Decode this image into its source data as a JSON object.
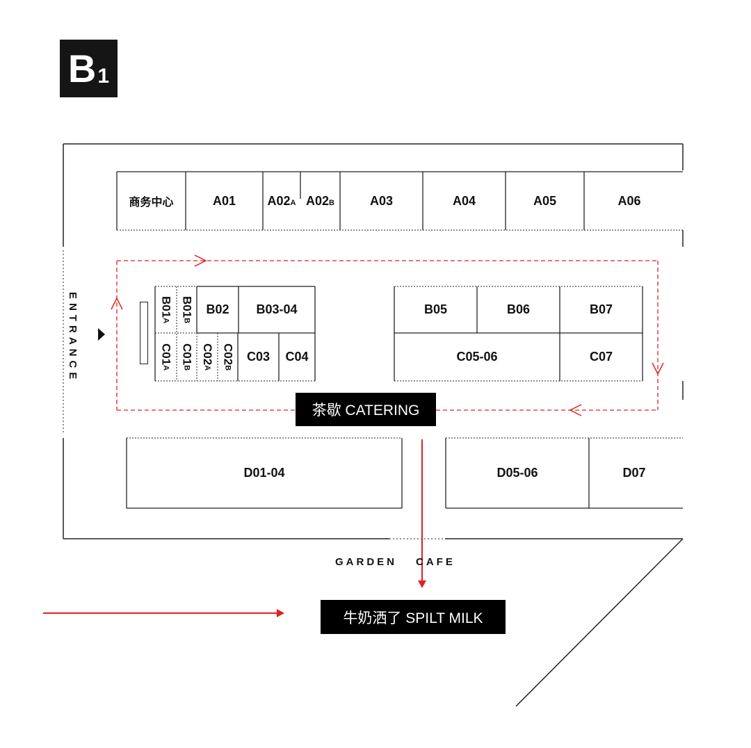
{
  "floor": {
    "label": "B",
    "sub": "1"
  },
  "colors": {
    "accent": "#e02020",
    "ink": "#111111",
    "label_bg": "#000000"
  },
  "row_a": [
    {
      "id": "biz",
      "label": "商务中心",
      "sub": ""
    },
    {
      "id": "a01",
      "label": "A01",
      "sub": ""
    },
    {
      "id": "a02a",
      "label": "A02",
      "sub": "A"
    },
    {
      "id": "a02b",
      "label": "A02",
      "sub": "B"
    },
    {
      "id": "a03",
      "label": "A03",
      "sub": ""
    },
    {
      "id": "a04",
      "label": "A04",
      "sub": ""
    },
    {
      "id": "a05",
      "label": "A05",
      "sub": ""
    },
    {
      "id": "a06",
      "label": "A06",
      "sub": ""
    }
  ],
  "row_bc_left": {
    "b01a": {
      "label": "B01",
      "sub": "A"
    },
    "b01b": {
      "label": "B01",
      "sub": "B"
    },
    "b02": "B02",
    "b0304": "B03-04",
    "c01a": {
      "label": "C01",
      "sub": "A"
    },
    "c01b": {
      "label": "C01",
      "sub": "B"
    },
    "c02a": {
      "label": "C02",
      "sub": "A"
    },
    "c02b": {
      "label": "C02",
      "sub": "B"
    },
    "c03": "C03",
    "c04": "C04"
  },
  "row_bc_right": {
    "b05": "B05",
    "b06": "B06",
    "b07": "B07",
    "c0506": "C05-06",
    "c07": "C07"
  },
  "row_d": {
    "d0104": "D01-04",
    "d0506": "D05-06",
    "d07": "D07"
  },
  "catering": "茶歇 CATERING",
  "spilt_milk": "牛奶洒了 SPILT MILK",
  "entrance": "ENTRANCE",
  "garden": "GARDEN",
  "cafe": "CAFE"
}
